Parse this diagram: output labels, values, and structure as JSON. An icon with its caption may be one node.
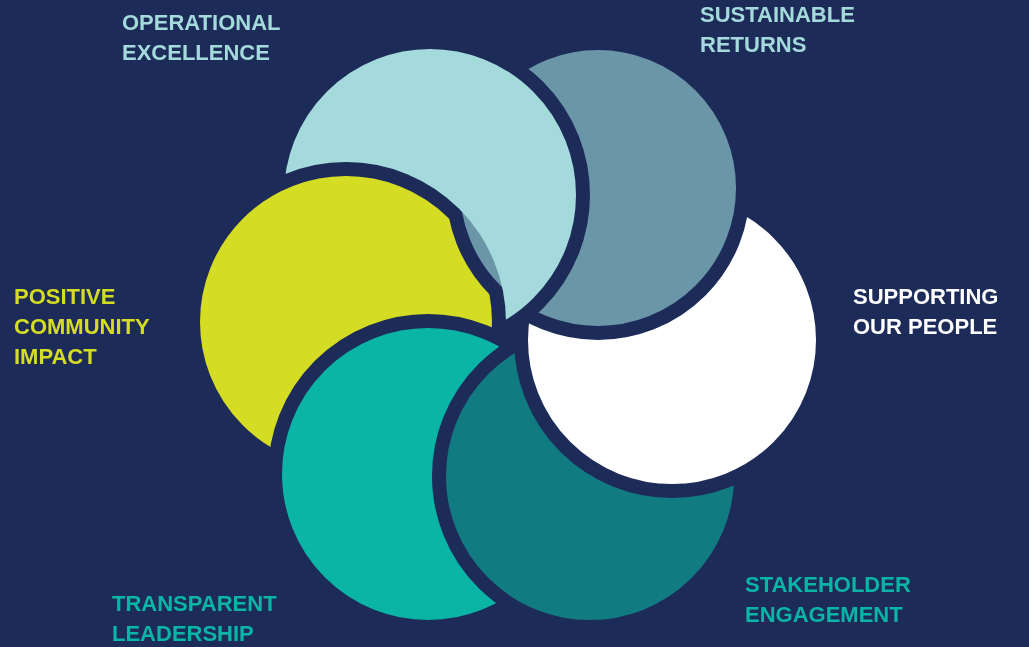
{
  "diagram": {
    "nodes": [
      {
        "text": [
          "OPERATIONAL EXCELLENCE"
        ]
      },
      {
        "text": [
          "SUSTAINABLE RETURNS"
        ]
      },
      {
        "text": [
          "SUPPORTING OUR PEOPLE"
        ]
      },
      {
        "text": [
          "STAKEHOLDER ENGAGEMENT"
        ]
      },
      {
        "text": [
          "TRANSPARENT LEADERSHIP"
        ]
      },
      {
        "text": [
          "POSITIVE COMMUNITY IMPACT"
        ]
      }
    ]
  }
}
